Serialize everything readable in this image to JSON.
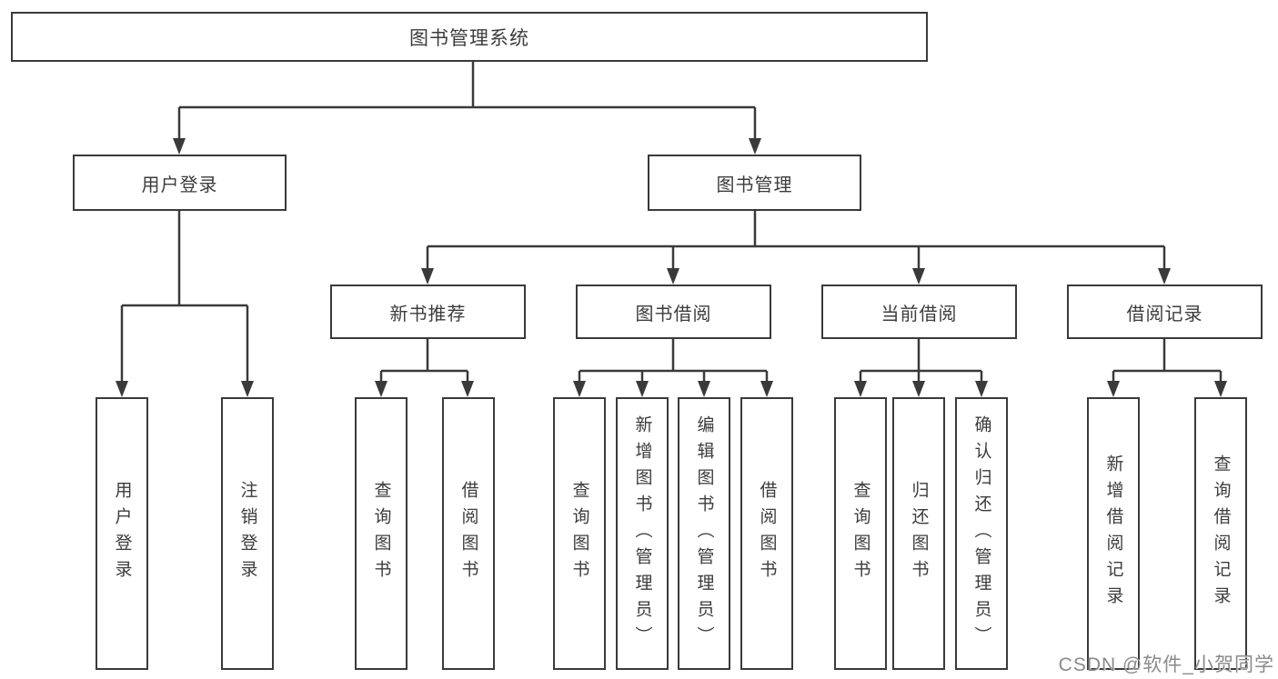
{
  "colors": {
    "line": "#3a3a3a",
    "box_border": "#3a3a3a",
    "box_background": "#ffffff",
    "text": "#3c3c3c",
    "watermark": "#8a8a8a",
    "page_background": "#ffffff"
  },
  "watermark": {
    "text": "CSDN @软件_小贺同学"
  },
  "tree": {
    "label": "图书管理系统",
    "children": [
      {
        "label": "用户登录",
        "children": [
          {
            "label": "用户登录"
          },
          {
            "label": "注销登录"
          }
        ]
      },
      {
        "label": "图书管理",
        "children": [
          {
            "label": "新书推荐",
            "children": [
              {
                "label": "查询图书"
              },
              {
                "label": "借阅图书"
              }
            ]
          },
          {
            "label": "图书借阅",
            "children": [
              {
                "label": "查询图书"
              },
              {
                "label": "新增图书（管理员）"
              },
              {
                "label": "编辑图书（管理员）"
              },
              {
                "label": "借阅图书"
              }
            ]
          },
          {
            "label": "当前借阅",
            "children": [
              {
                "label": "查询图书"
              },
              {
                "label": "归还图书"
              },
              {
                "label": "确认归还（管理员）"
              }
            ]
          },
          {
            "label": "借阅记录",
            "children": [
              {
                "label": "新增借阅记录"
              },
              {
                "label": "查询借阅记录"
              }
            ]
          }
        ]
      }
    ]
  }
}
